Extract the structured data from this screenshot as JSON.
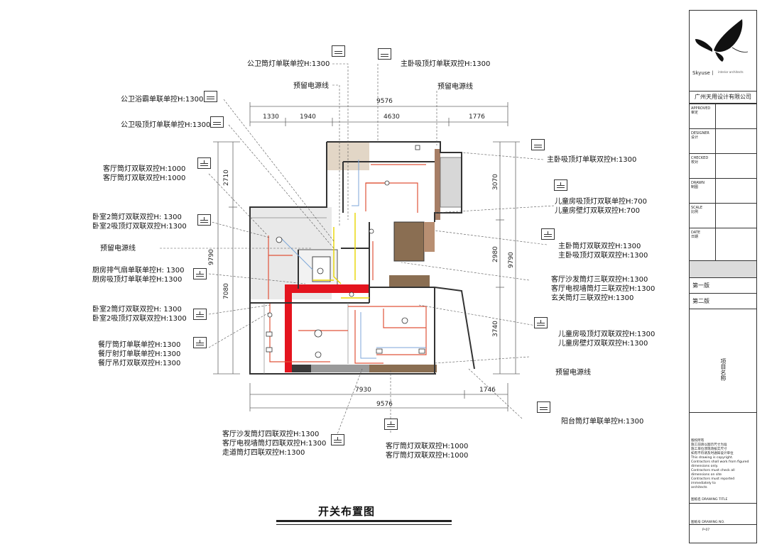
{
  "drawing": {
    "title": "开关布置图"
  },
  "dimensions": {
    "top_total": "9576",
    "top_segments": [
      "1330",
      "1940",
      "4630",
      "1776"
    ],
    "bottom_segments": [
      "7930",
      "1746"
    ],
    "bottom_total": "9576",
    "left_segments": [
      "2710",
      "7080"
    ],
    "left_total": "9790",
    "right_segments": [
      "3070",
      "2980",
      "3740"
    ],
    "right_total": "9790"
  },
  "annotations": {
    "left": [
      {
        "lines": [
          "公卫浴霸单联单控H:1300"
        ],
        "switch": "single"
      },
      {
        "lines": [
          "公卫吸顶灯单联单控H:1300"
        ],
        "switch": "single"
      },
      {
        "lines": [
          "客厅筒灯双联双控H:1000",
          "客厅筒灯双联双控H:1000"
        ],
        "switch": "double"
      },
      {
        "lines": [
          "卧室2筒灯双联双控H: 1300",
          "卧室2吸顶灯双联双控H:1300"
        ],
        "switch": "double"
      },
      {
        "lines": [
          "预留电源线"
        ],
        "switch": "none"
      },
      {
        "lines": [
          "厨房排气扇单联单控H: 1300",
          "厨房吸顶灯单联单控H:1300"
        ],
        "switch": "double"
      },
      {
        "lines": [
          "卧室2筒灯双联双控H: 1300",
          "卧室2吸顶灯双联双控H:1300"
        ],
        "switch": "double"
      },
      {
        "lines": [
          "餐厅筒灯单联单控H:1300",
          "餐厅射灯单联单控H:1300",
          "餐厅吊灯双联双控H:1300"
        ],
        "switch": "double"
      }
    ],
    "top": [
      {
        "lines": [
          "公卫筒灯单联单控H:1300"
        ],
        "switch": "single"
      },
      {
        "lines": [
          "主卧吸顶灯单联双控H:1300"
        ],
        "switch": "single"
      },
      {
        "lines": [
          "预留电源线"
        ],
        "switch": "none"
      },
      {
        "lines": [
          "预留电源线"
        ],
        "switch": "none"
      }
    ],
    "right": [
      {
        "lines": [
          "主卧吸顶灯单联双控H:1300"
        ],
        "switch": "single"
      },
      {
        "lines": [
          "儿童房吸顶灯双联单控H:700",
          "儿童房壁灯双联双控H:700"
        ],
        "switch": "double"
      },
      {
        "lines": [
          "主卧筒灯双联双控H:1300",
          "主卧吸顶灯双联双控H:1300"
        ],
        "switch": "double"
      },
      {
        "lines": [
          "客厅沙发筒灯三联双控H:1300",
          "客厅电视墙筒灯三联双控H:1300",
          "玄关筒灯三联双控H:1300"
        ],
        "switch": "none"
      },
      {
        "lines": [
          "儿童房吸顶灯双联双控H:1300",
          "儿童房壁灯双联双控H:1300"
        ],
        "switch": "double"
      },
      {
        "lines": [
          "预留电源线"
        ],
        "switch": "none"
      },
      {
        "lines": [
          "阳台筒灯单联单控H:1300"
        ],
        "switch": "single"
      }
    ],
    "bottom": [
      {
        "lines": [
          "客厅沙发筒灯四联双控H:1300",
          "客厅电视墙筒灯四联双控H:1300",
          "走道筒灯四联双控H:1300"
        ],
        "switch": "double"
      },
      {
        "lines": [
          "客厅筒灯双联双控H:1000",
          "客厅筒灯双联双控H:1000"
        ],
        "switch": "double"
      }
    ]
  },
  "title_block": {
    "brand": "Skyuse丨",
    "brand_sub": "interior architects",
    "company": "广州天用设计有限公司",
    "fields": [
      {
        "en": "APPROVED",
        "cn": "审定"
      },
      {
        "en": "DESIGNER",
        "cn": "设计"
      },
      {
        "en": "CHECKED",
        "cn": "校对"
      },
      {
        "en": "DRAWN",
        "cn": "制图"
      },
      {
        "en": "SCALE",
        "cn": "比例"
      },
      {
        "en": "DATE",
        "cn": "日期"
      }
    ],
    "revisions": [
      "第一版",
      "第二版"
    ],
    "project_label": "项目名称",
    "notes_cn": [
      "版权所有",
      "施工前请以图示尺寸为准",
      "施工单位须现场核实尺寸",
      "如有不符请及时通知设计单位"
    ],
    "notes_en": [
      "This drawing is copyright.",
      "Contractors shall work from figured",
      "dimensions only.",
      "Contractors must check all",
      "dimensions on site",
      "Contractors must reported",
      "immediately to",
      "architects"
    ],
    "drawing_title_label": "图纸名 DRAWING TITLE",
    "drawing_no_label": "图纸号 DRAWING NO.",
    "drawing_no": "P-07"
  },
  "colors": {
    "wall": "#333333",
    "circuit": "#e0533a",
    "circuit_alt": "#7ca6d8",
    "switch_wire": "#e8d600",
    "highlight_wall": "#e4141e",
    "floor_wood": "#8a6e52",
    "floor_grey": "#bdbdbd"
  }
}
